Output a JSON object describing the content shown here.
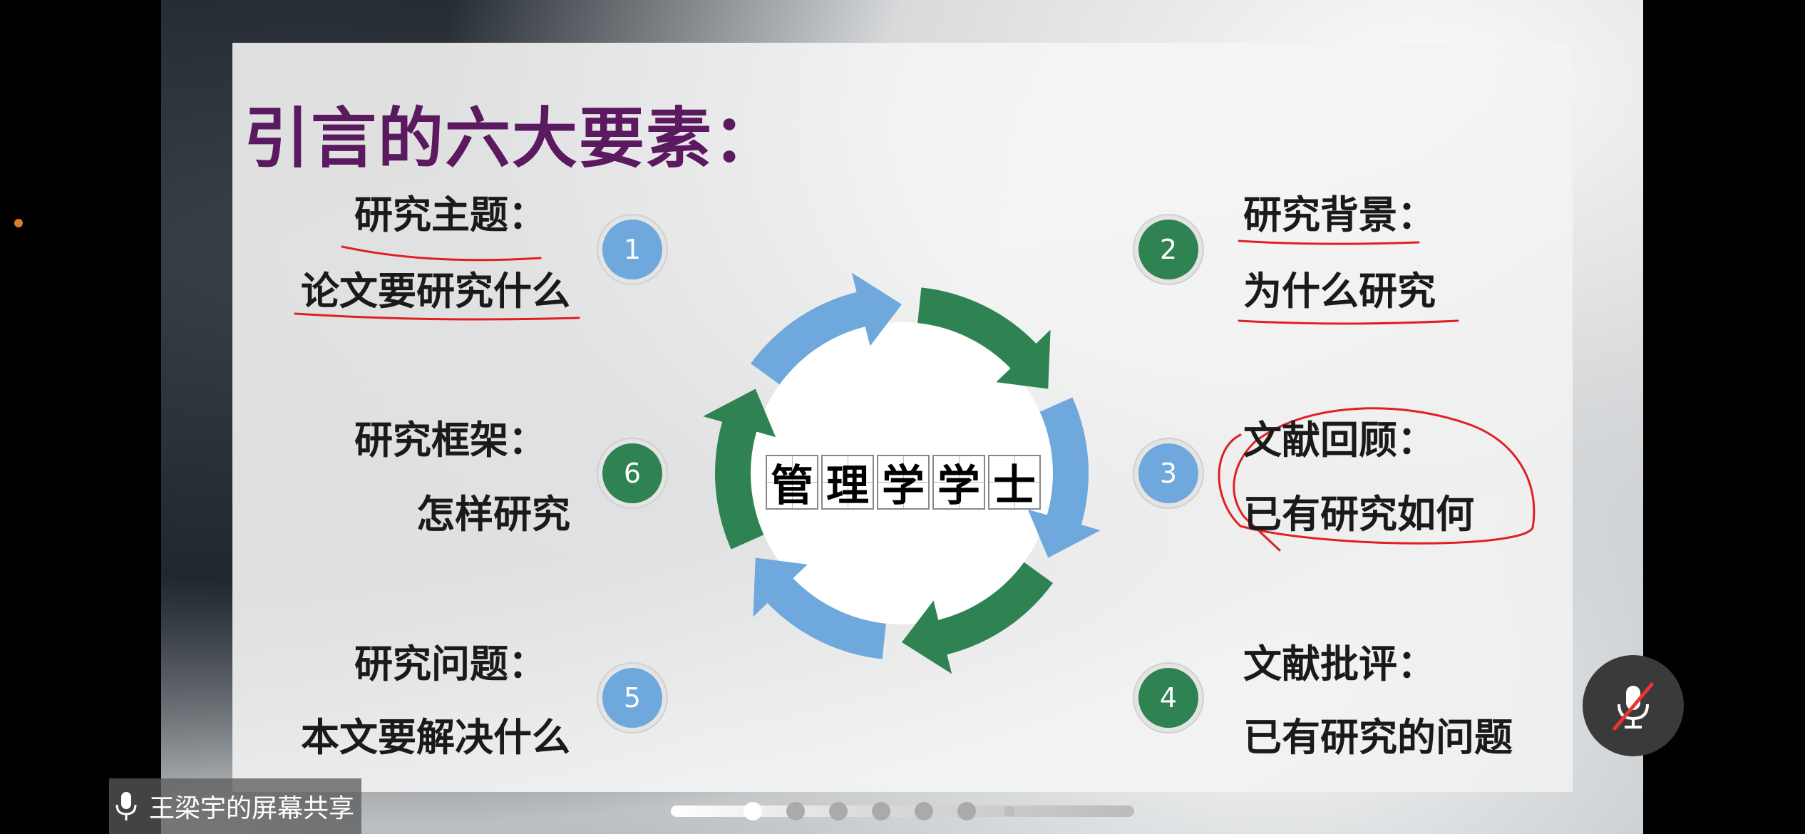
{
  "slide": {
    "title": "引言的六大要素：",
    "center_logo": [
      "管",
      "理",
      "学",
      "学",
      "士"
    ],
    "items": [
      {
        "num": "1",
        "title": "研究主题：",
        "desc": "论文要研究什么",
        "color": "#6fa8dc"
      },
      {
        "num": "2",
        "title": "研究背景：",
        "desc": "为什么研究",
        "color": "#2f8352"
      },
      {
        "num": "3",
        "title": "文献回顾：",
        "desc": "已有研究如何",
        "color": "#6fa8dc"
      },
      {
        "num": "4",
        "title": "文献批评：",
        "desc": "已有研究的问题",
        "color": "#2f8352"
      },
      {
        "num": "5",
        "title": "研究问题：",
        "desc": "本文要解决什么",
        "color": "#6fa8dc"
      },
      {
        "num": "6",
        "title": "研究框架：",
        "desc": "怎样研究",
        "color": "#2f8352"
      }
    ],
    "colors": {
      "title": "#5b1a5f",
      "blue": "#6fa8dc",
      "green": "#2f8352",
      "annotation": "#e02020"
    }
  },
  "screen_share": {
    "label": "王梁宇的屏幕共享",
    "icon": "mic-icon"
  },
  "mute_button": {
    "icon": "mic-muted-icon"
  },
  "page_indicator": {
    "count": 7,
    "current": 1
  }
}
